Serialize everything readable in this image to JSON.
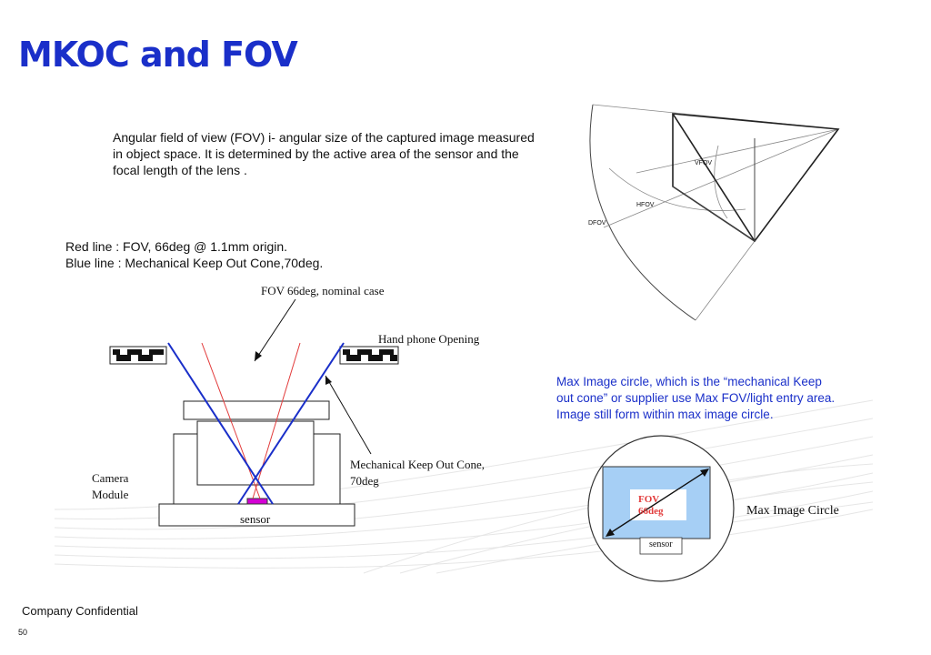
{
  "page": {
    "title": "MKOC and FOV",
    "footer": "Company Confidential",
    "page_number": "50"
  },
  "definition": {
    "line1": "Angular field of view (FOV) i- angular size of the captured image measured",
    "line2": "in object space. It is determined by the active area of the sensor and the",
    "line3": "focal length of the lens ."
  },
  "legend": {
    "red_line": "Red line : FOV, 66deg @ 1.1mm origin.",
    "blue_line": "Blue line : Mechanical Keep Out Cone,70deg."
  },
  "cross_section": {
    "fov_label": "FOV 66deg, nominal case",
    "hand_phone_label": "Hand phone Opening",
    "mkoc_label_1": "Mechanical Keep Out Cone,",
    "mkoc_label_2": "70deg",
    "camera_label_1": "Camera",
    "camera_label_2": "Module",
    "sensor_label": "sensor"
  },
  "pyramid": {
    "vfov": "VFOV",
    "hfov": "HFOV",
    "dfov": "DFOV"
  },
  "image_circle": {
    "desc1": "Max Image circle, which is the “mechanical Keep",
    "desc2": "out cone” or supplier use Max FOV/light entry area.",
    "desc3": "Image still form within max image circle.",
    "fov_label_1": "FOV",
    "fov_label_2": "66deg",
    "sensor_label": "sensor",
    "circle_label": "Max Image Circle"
  },
  "colors": {
    "title": "#1a2fc9",
    "fov_line": "#e23c3c",
    "mkoc_line": "#1a2fc9",
    "sensor_fill": "#a6cff5",
    "sensor_chip": "#d400d4"
  }
}
